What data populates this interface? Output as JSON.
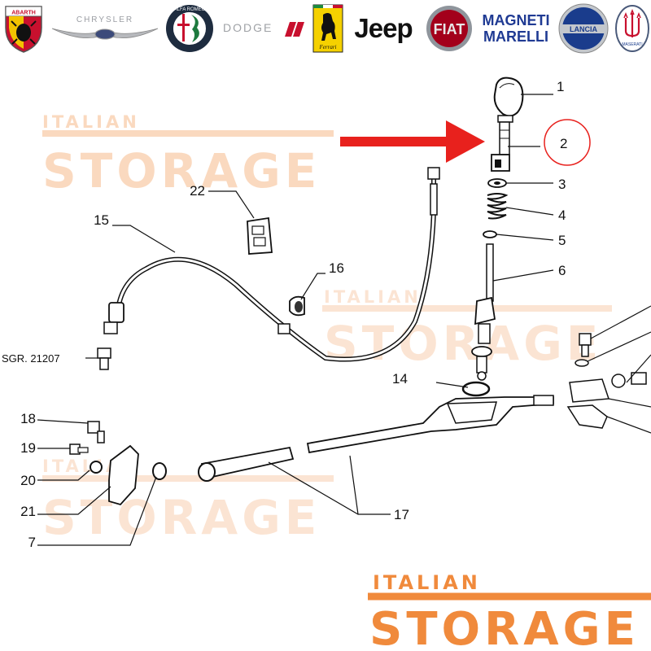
{
  "brands": {
    "abarth": "ABARTH",
    "chrysler": "CHRYSLER",
    "alfa_romeo": "ALFA ROMEO",
    "dodge": "DODGE",
    "ferrari": "Ferrari",
    "jeep": "Jeep",
    "fiat": "FIAT",
    "magneti_marelli_1": "MAGNETI",
    "magneti_marelli_2": "MARELLI",
    "lancia": "LANCIA",
    "maserati": "MASERATI"
  },
  "watermark": {
    "small_word": "ITALIAN",
    "big_word": "STORAGE",
    "color": "#f08a3c"
  },
  "highlight": {
    "color": "#e8211d",
    "part": "2"
  },
  "callouts": {
    "c1": "1",
    "c2": "2",
    "c3": "3",
    "c4": "4",
    "c5": "5",
    "c6": "6",
    "c7": "7",
    "c14": "14",
    "c15": "15",
    "c16": "16",
    "c17": "17",
    "c18": "18",
    "c19": "19",
    "c20": "20",
    "c21": "21",
    "c22": "22",
    "sgr": "SGR. 21207"
  }
}
